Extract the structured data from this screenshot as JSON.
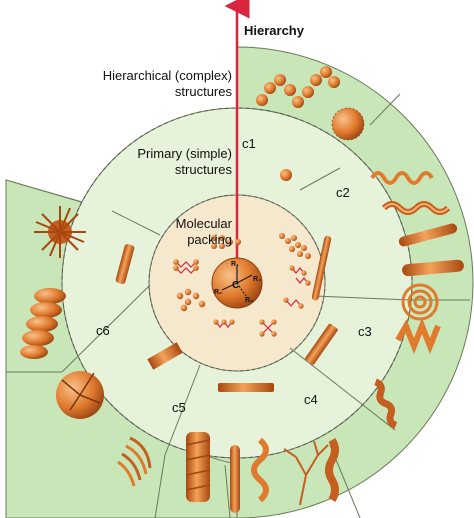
{
  "axis": {
    "title": "Hierarchy",
    "arrow_color": "#d7263d"
  },
  "levels": {
    "outer": [
      "Hierarchical (complex)",
      "structures"
    ],
    "middle": [
      "Primary (simple)",
      "structures"
    ],
    "inner": [
      "Molecular",
      "packing"
    ]
  },
  "segments": [
    "c1",
    "c2",
    "c3",
    "c4",
    "c5",
    "c6"
  ],
  "molecule": {
    "center": "C",
    "substituents": [
      "R₁",
      "R₂",
      "R₃",
      "R₄"
    ]
  },
  "colors": {
    "outer_ring": "#c9e6b8",
    "middle_ring": "#e6f3da",
    "inner_disc": "#f6e8cc",
    "structure": "#e07a2d",
    "structure_dark": "#b4541a",
    "divider": "#6a7a5a"
  }
}
